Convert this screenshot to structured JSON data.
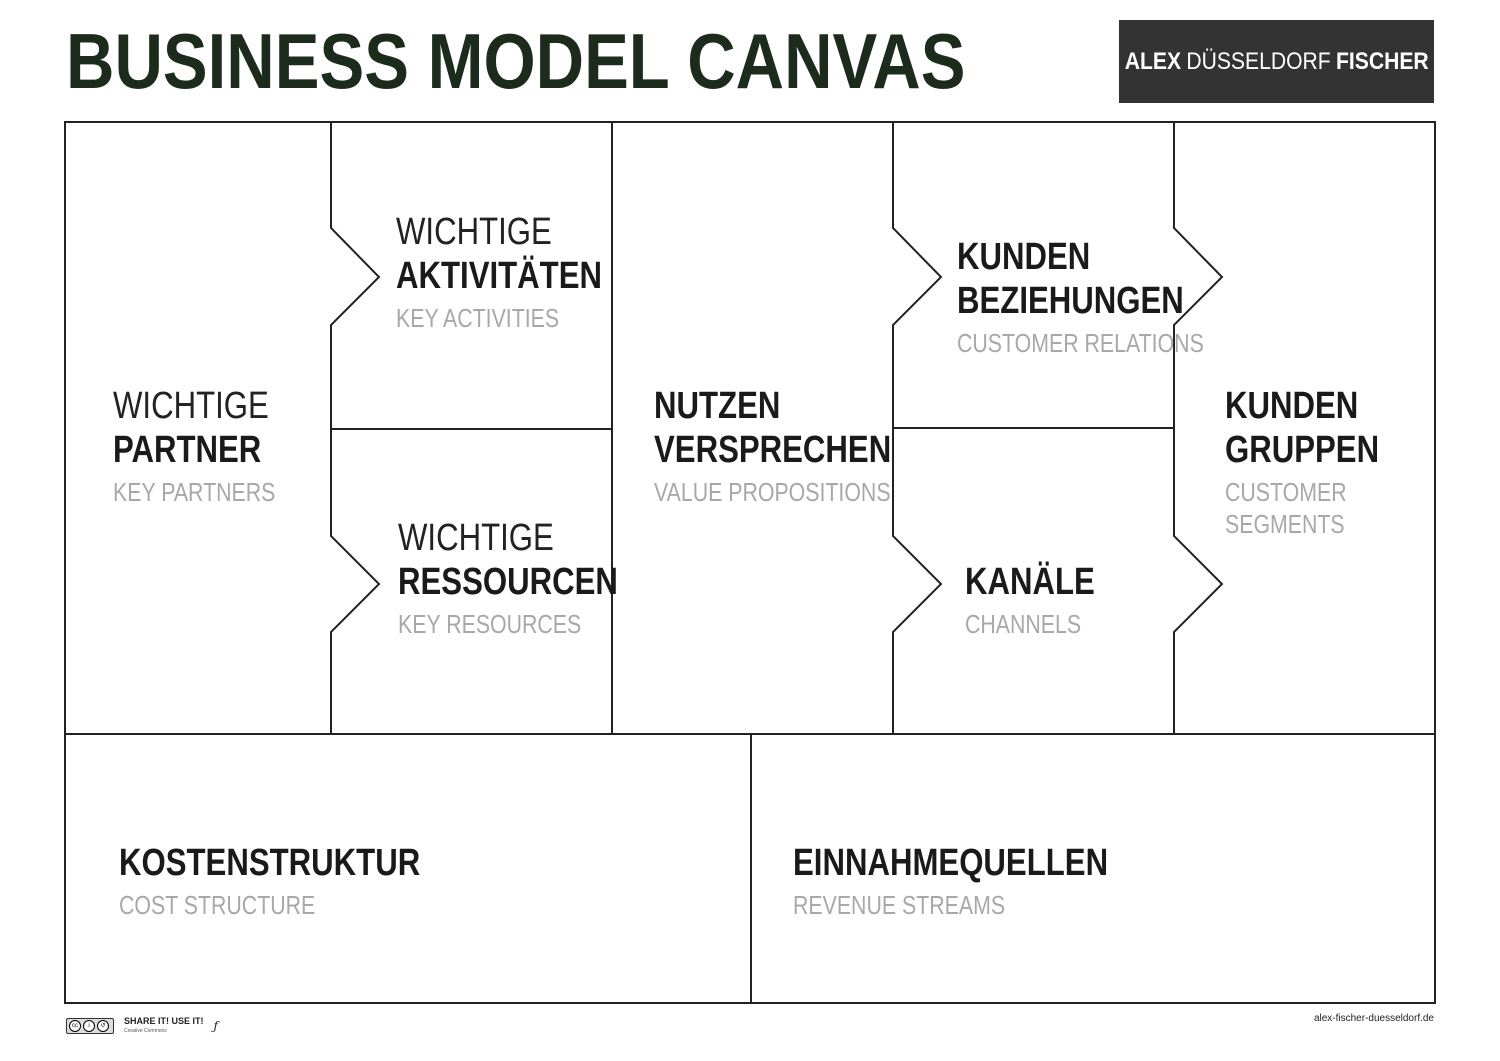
{
  "header": {
    "title": "BUSINESS MODEL CANVAS",
    "brand": {
      "first": "ALEX",
      "middle": "DÜSSELDORF",
      "last": "FISCHER"
    }
  },
  "blocks": {
    "key_partners": {
      "prefix": "WICHTIGE",
      "heading": "PARTNER",
      "sub": "KEY PARTNERS"
    },
    "key_activities": {
      "prefix": "WICHTIGE",
      "heading": "AKTIVITÄTEN",
      "sub": "KEY ACTIVITIES"
    },
    "key_resources": {
      "prefix": "WICHTIGE",
      "heading": "RESSOURCEN",
      "sub": "KEY RESOURCES"
    },
    "value_propositions": {
      "heading_1": "NUTZEN",
      "heading_2": "VERSPRECHEN",
      "sub": "VALUE PROPOSITIONS"
    },
    "customer_relations": {
      "heading_1": "KUNDEN",
      "heading_2": "BEZIEHUNGEN",
      "sub": "CUSTOMER RELATIONS"
    },
    "channels": {
      "heading": "KANÄLE",
      "sub": "CHANNELS"
    },
    "customer_segments": {
      "heading_1": "KUNDEN",
      "heading_2": "GRUPPEN",
      "sub_1": "CUSTOMER",
      "sub_2": "SEGMENTS"
    },
    "cost_structure": {
      "heading": "KOSTENSTRUKTUR",
      "sub": "COST STRUCTURE"
    },
    "revenue_streams": {
      "heading": "EINNAHMEQUELLEN",
      "sub": "REVENUE STREAMS"
    }
  },
  "footer": {
    "license_icon": "creative-commons-by-sa-icon",
    "share_text": "SHARE IT! USE IT!",
    "share_small": "Creative Commons",
    "logo_icon": "signature-f-icon",
    "website": "alex-fischer-duesseldorf.de"
  },
  "colors": {
    "title": "#1d2b1d",
    "brand_bg": "#333333",
    "heading": "#1a1a1a",
    "sub": "#a8a8a8",
    "line": "#222222"
  }
}
